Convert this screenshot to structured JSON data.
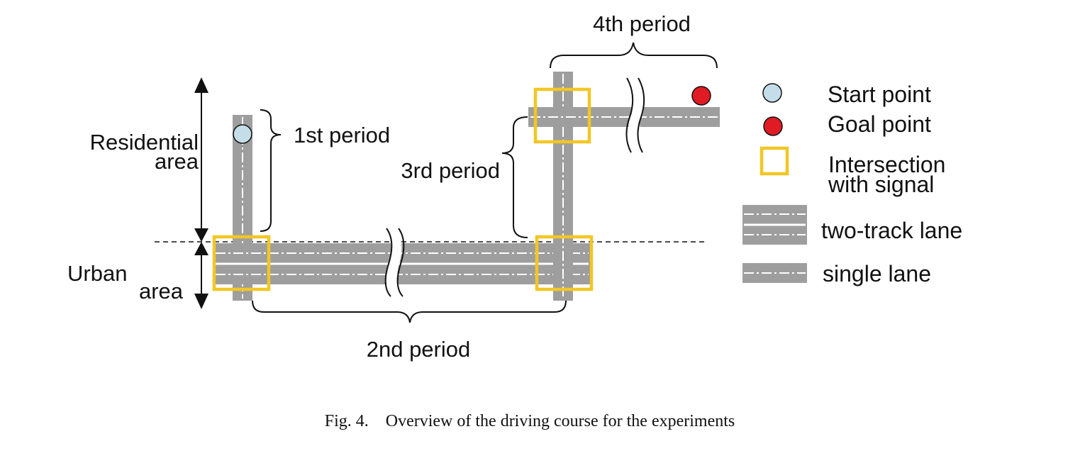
{
  "figure": {
    "labels": {
      "residential_line1": "Residential",
      "residential_line2": "area",
      "urban_line1": "Urban",
      "urban_line2": "area",
      "period1": "1st period",
      "period2": "2nd period",
      "period3": "3rd period",
      "period4": "4th period"
    },
    "legend": {
      "start": "Start point",
      "goal": "Goal point",
      "intersection_line1": "Intersection",
      "intersection_line2": "with signal",
      "two_track": "two-track lane",
      "single": "single lane"
    },
    "colors": {
      "road": "#9e9e9e",
      "intersection": "#f2c624",
      "start": "#c5dde8",
      "goal": "#e01b24"
    },
    "caption": "Fig. 4.    Overview of the driving course for the experiments"
  }
}
